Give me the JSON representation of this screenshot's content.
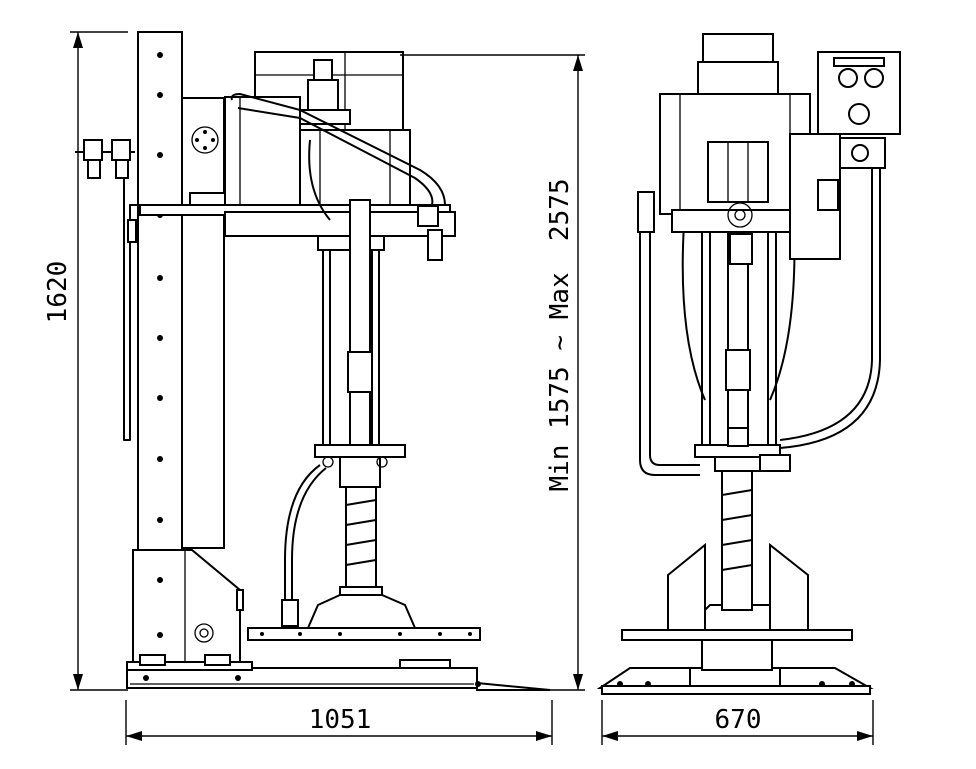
{
  "dimensions": {
    "height_left": "1620",
    "height_right": "Min 1575 ~ Max  2575",
    "width_side": "1051",
    "width_front": "670"
  }
}
